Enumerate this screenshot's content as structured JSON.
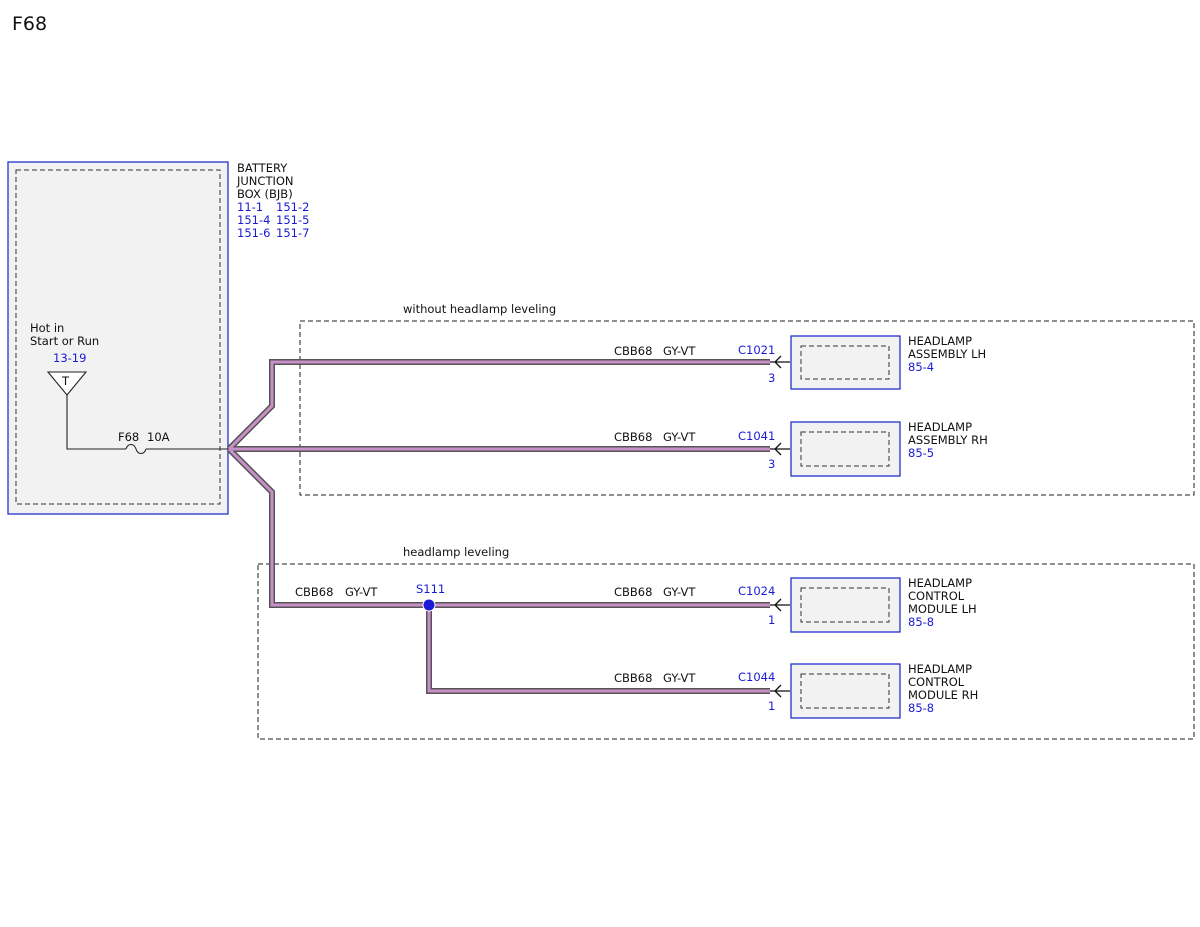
{
  "page": {
    "title": "F68"
  },
  "colors": {
    "reference_blue": "#1a1ad6",
    "wire_outline": "#555555",
    "wire_fill": "#c88fc8",
    "component_fill": "#f2f2f2",
    "dashed_line": "#222222"
  },
  "bjb": {
    "name_lines": [
      "BATTERY",
      "JUNCTION",
      "BOX (BJB)"
    ],
    "refs": [
      "11-1",
      "151-2",
      "151-4",
      "151-5",
      "151-6",
      "151-7"
    ],
    "hot_label_lines": [
      "Hot in",
      "Start or Run"
    ],
    "hot_ref": "13-19",
    "terminal_letter": "T",
    "fuse_name": "F68",
    "fuse_rating": "10A"
  },
  "groups": {
    "without_leveling": "without headlamp leveling",
    "with_leveling": "headlamp leveling"
  },
  "splice": {
    "name": "S111"
  },
  "trunk_wire": {
    "circuit": "CBB68",
    "color": "GY-VT"
  },
  "branches": [
    {
      "circuit": "CBB68",
      "color": "GY-VT",
      "connector": "C1021",
      "pin": "3",
      "component_lines": [
        "HEADLAMP",
        "ASSEMBLY LH"
      ],
      "ref": "85-4"
    },
    {
      "circuit": "CBB68",
      "color": "GY-VT",
      "connector": "C1041",
      "pin": "3",
      "component_lines": [
        "HEADLAMP",
        "ASSEMBLY RH"
      ],
      "ref": "85-5"
    },
    {
      "circuit": "CBB68",
      "color": "GY-VT",
      "connector": "C1024",
      "pin": "1",
      "component_lines": [
        "HEADLAMP",
        "CONTROL",
        "MODULE LH"
      ],
      "ref": "85-8"
    },
    {
      "circuit": "CBB68",
      "color": "GY-VT",
      "connector": "C1044",
      "pin": "1",
      "component_lines": [
        "HEADLAMP",
        "CONTROL",
        "MODULE RH"
      ],
      "ref": "85-8"
    }
  ]
}
